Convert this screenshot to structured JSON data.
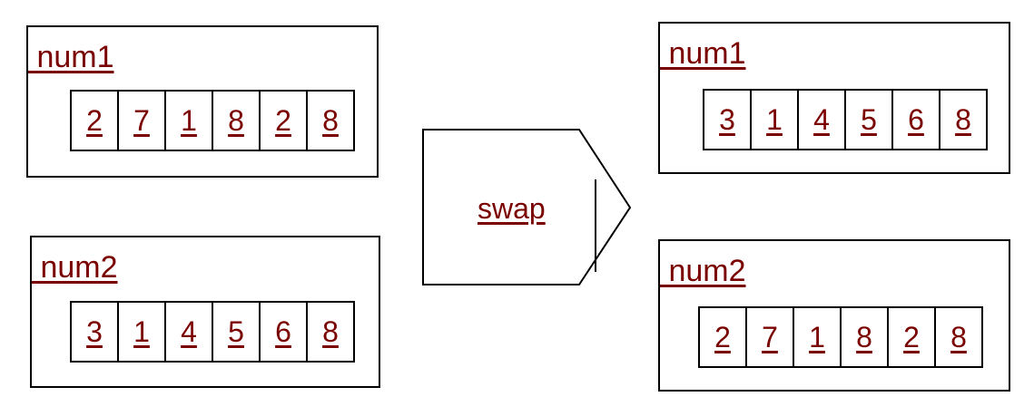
{
  "colors": {
    "link": "#7a0000",
    "outline": "#000000",
    "background": "#ffffff"
  },
  "before": {
    "num1": {
      "label": " num1",
      "digits": [
        "2",
        "7",
        "1",
        "8",
        "2",
        "8"
      ]
    },
    "num2": {
      "label": " num2",
      "digits": [
        "3",
        "1",
        "4",
        "5",
        "6",
        "8"
      ]
    }
  },
  "operation": {
    "label": "swap"
  },
  "after": {
    "num1": {
      "label": " num1",
      "digits": [
        "3",
        "1",
        "4",
        "5",
        "6",
        "8"
      ]
    },
    "num2": {
      "label": " num2",
      "digits": [
        "2",
        "7",
        "1",
        "8",
        "2",
        "8"
      ]
    }
  }
}
